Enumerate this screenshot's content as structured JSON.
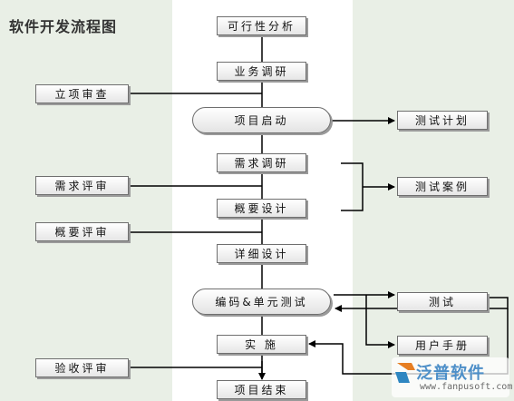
{
  "title": "软件开发流程图",
  "flow": {
    "feasibility": "可行性分析",
    "business_research": "业务调研",
    "project_start": "项目启动",
    "requirements_research": "需求调研",
    "outline_design": "概要设计",
    "detailed_design": "详细设计",
    "coding_unit_test": "编码&单元测试",
    "implementation": "实  施",
    "project_end": "项目结束"
  },
  "reviews": {
    "project_review": "立项审查",
    "requirements_review": "需求评审",
    "outline_review": "概要评审",
    "acceptance_review": "验收评审"
  },
  "testing": {
    "test_plan": "测试计划",
    "test_cases": "测试案例",
    "test": "测试",
    "user_manual": "用户手册"
  },
  "logo": {
    "name": "泛普软件",
    "url": "www.fanpusoft.com"
  }
}
